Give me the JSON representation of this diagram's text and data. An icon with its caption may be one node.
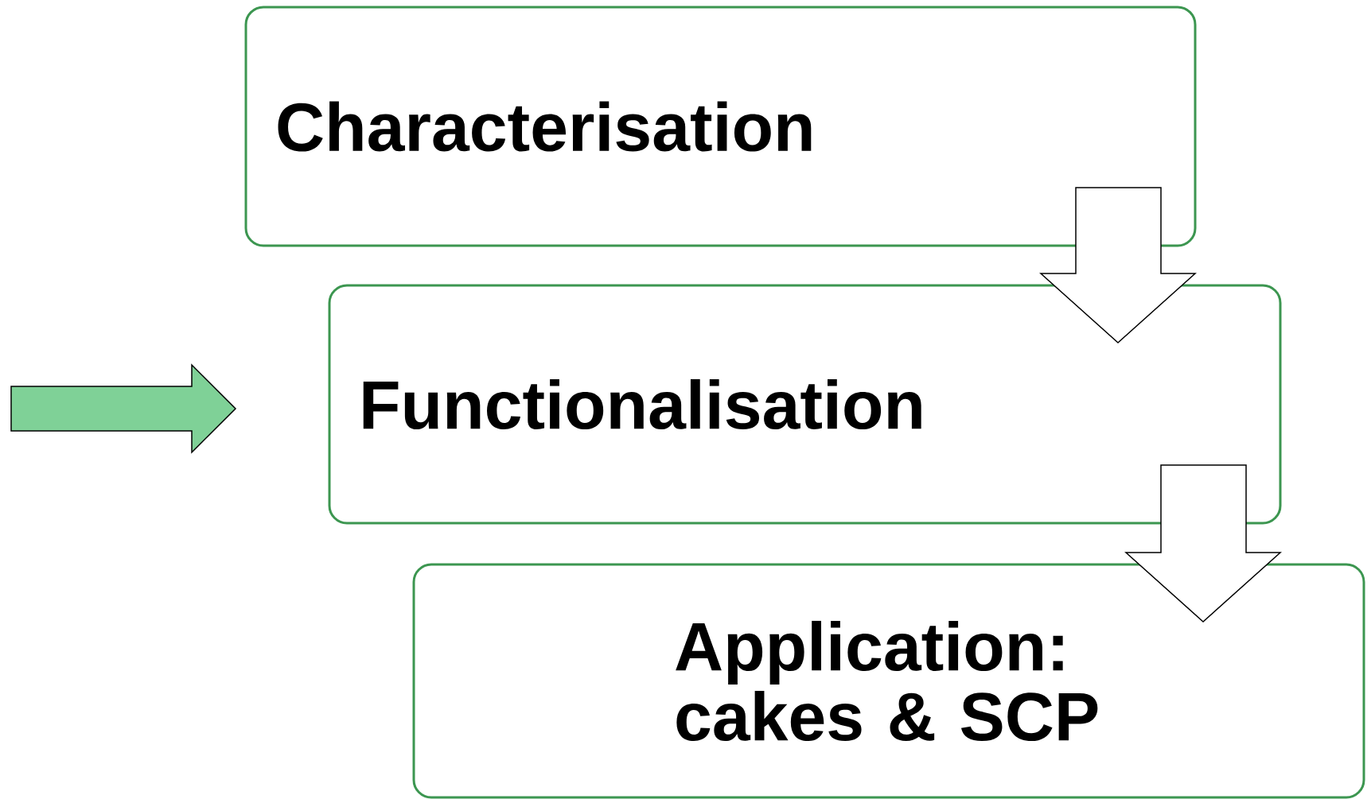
{
  "diagram": {
    "nodes": [
      {
        "text": [
          "Characterisation"
        ]
      },
      {
        "text": [
          "Functionalisation"
        ]
      },
      {
        "text": [
          "Application: cakes & SCP"
        ]
      }
    ],
    "edges": [
      {
        "from": 0,
        "to": 1,
        "arrow": "to"
      },
      {
        "from": 1,
        "to": 2,
        "arrow": "to"
      }
    ]
  }
}
